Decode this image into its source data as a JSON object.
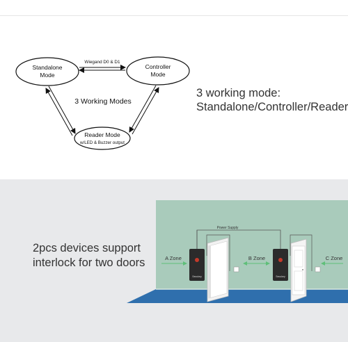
{
  "modes_diagram": {
    "standalone": [
      "Standalone",
      "Mode"
    ],
    "controller": [
      "Controller",
      "Mode"
    ],
    "reader": [
      "Reader Mode",
      "w/LED & Buzzer output"
    ],
    "link_label": "Wiegand D0 & D1",
    "center_label": "3 Working Modes"
  },
  "caption_modes": [
    "3 working mode:",
    "Standalone/Controller/Reader"
  ],
  "caption_interlock": [
    "2pcs devices support",
    "interlock for two doors"
  ],
  "interlock_diagram": {
    "power_label": "Power Supply",
    "zones": [
      "A Zone",
      "B Zone",
      "C Zone"
    ],
    "device_brand": "Secukey",
    "colors": {
      "wall": "#a9cbbb",
      "floor": "#2f6fad",
      "device": "#2b2b2b",
      "zone_arrow": "#5fbf79"
    }
  }
}
